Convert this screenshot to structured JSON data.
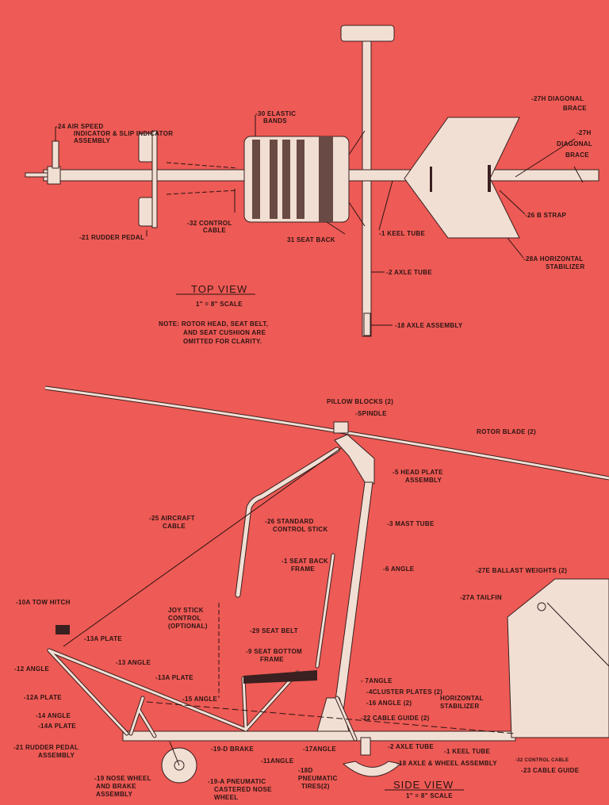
{
  "top_view": {
    "title": "TOP VIEW",
    "scale": "1\" = 8\" SCALE",
    "note": [
      "NOTE: ROTOR HEAD, SEAT BELT,",
      "AND SEAT CUSHION ARE",
      "OMITTED FOR CLARITY."
    ],
    "labels": {
      "airspeed": [
        "-24 AIR SPEED",
        "INDICATOR & SLIP INDICATOR",
        "ASSEMBLY"
      ],
      "elastic": [
        "-30 ELASTIC",
        "BANDS"
      ],
      "brace_27h_a": [
        "-27H DIAGONAL",
        "BRACE"
      ],
      "brace_27h_b": [
        "-27H",
        "DIAGONAL",
        "BRACE"
      ],
      "rudder_pedal": "-21 RUDDER PEDAL",
      "control_cable": [
        "-32 CONTROL",
        "CABLE"
      ],
      "seat_back": "31 SEAT BACK",
      "keel_tube": "-1 KEEL TUBE",
      "strap": "-26 B STRAP",
      "stabilizer": [
        "-28A HORIZONTAL",
        "STABILIZER"
      ],
      "axle_tube": "-2 AXLE TUBE",
      "axle_assembly": "-18 AXLE ASSEMBLY"
    }
  },
  "side_view": {
    "title": "SIDE VIEW",
    "scale": "1\" = 8\" SCALE",
    "labels": {
      "pillow_blocks": "PILLOW BLOCKS (2)",
      "spindle": "-SPINDLE",
      "rotor_blade": "ROTOR BLADE (2)",
      "head_plate": [
        "-5 HEAD PLATE",
        "ASSEMBLY"
      ],
      "aircraft_cable": [
        "-25 AIRCRAFT",
        "CABLE"
      ],
      "control_stick": [
        "-26 STANDARD",
        "CONTROL STICK"
      ],
      "mast_tube": "-3 MAST TUBE",
      "seat_back_frame": [
        "-1 SEAT BACK",
        "FRAME"
      ],
      "angle_6": "-6 ANGLE",
      "ballast": "-27E BALLAST WEIGHTS (2)",
      "tailfin": "-27A TAILFIN",
      "tow_hitch": "-10A TOW HITCH",
      "joy_stick": [
        "JOY STICK",
        "CONTROL",
        "(OPTIONAL)"
      ],
      "seat_belt": "-29 SEAT BELT",
      "plate_13a_1": "-13A PLATE",
      "seat_bottom": [
        "-9 SEAT BOTTOM",
        "FRAME"
      ],
      "angle_13": "-13 ANGLE",
      "angle_12": "-12 ANGLE",
      "plate_13a_2": "-13A PLATE",
      "angle_7": "- 7ANGLE",
      "cluster_plates": "-4CLUSTER PLATES (2)",
      "plate_12a": "-12A PLATE",
      "angle_15": "-15 ANGLE",
      "angle_16": "-16 ANGLE (2)",
      "horiz_stab": [
        "HORIZONTAL",
        "STABILIZER"
      ],
      "angle_14": "-14 ANGLE",
      "plate_14a": "-14A PLATE",
      "cable_guide_22": "-22 CABLE GUIDE (2)",
      "rudder_assembly": [
        "-21 RUDDER PEDAL",
        "ASSEMBLY"
      ],
      "brake": "-19-D BRAKE",
      "angle_17": "-17ANGLE",
      "axle_tube": "-2 AXLE TUBE",
      "keel_tube": "-1 KEEL TUBE",
      "angle_11": "-11ANGLE",
      "axle_wheel": "-18 AXLE & WHEEL ASSEMBLY",
      "control_cable": "-32 CONTROL CABLE",
      "nose_wheel": [
        "-19 NOSE WHEEL",
        "AND BRAKE",
        "ASSEMBLY"
      ],
      "castered": [
        "-19-A PNEUMATIC",
        "CASTERED NOSE",
        "WHEEL"
      ],
      "tires": [
        "-18D",
        "PNEUMATIC",
        "TIRES(2)"
      ],
      "cable_guide_23": "-23 CABLE GUIDE"
    }
  }
}
